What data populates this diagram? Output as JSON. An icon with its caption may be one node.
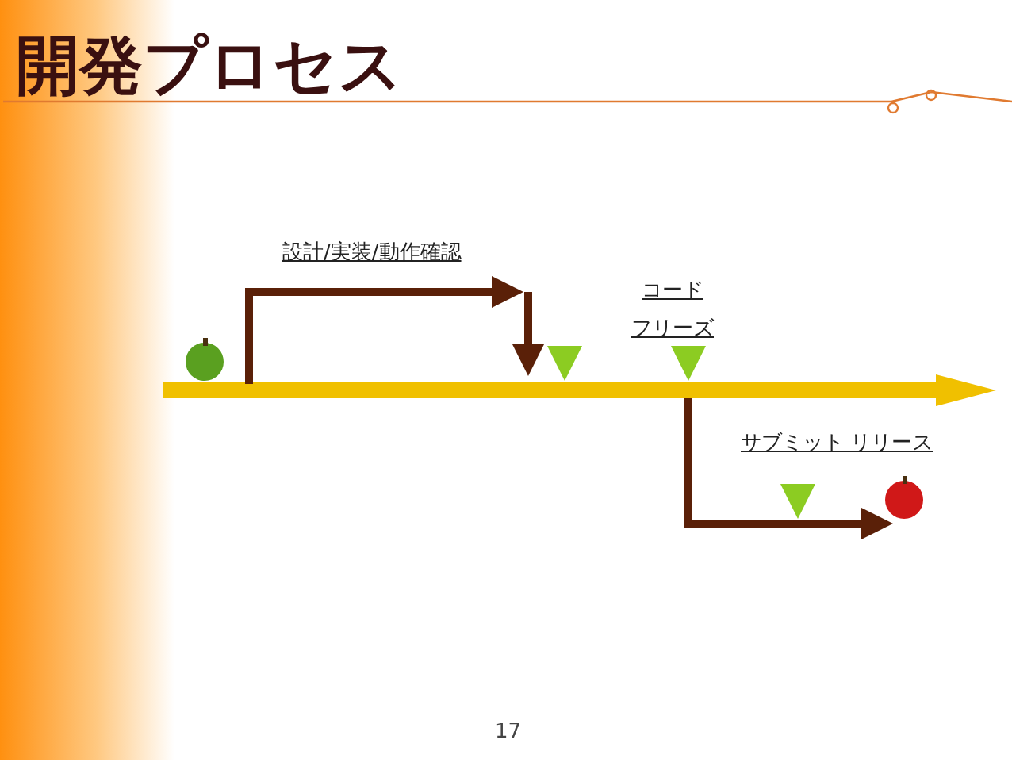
{
  "diagram": {
    "title": "開発プロセス",
    "labels": [
      "設計/実装/動作確認",
      "コードフリーズ",
      "サブミット リリース",
      "17"
    ]
  }
}
